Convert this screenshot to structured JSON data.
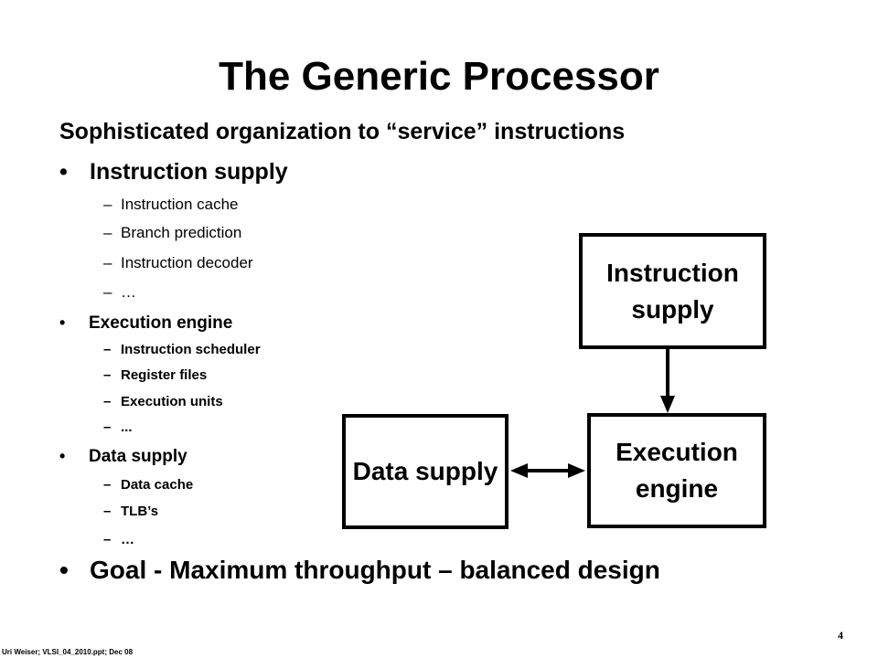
{
  "slide": {
    "title": "The Generic Processor",
    "subtitle": "Sophisticated organization to “service” instructions",
    "bullet_char": "•",
    "dash_char": "–",
    "bullets": [
      {
        "label": "Instruction supply",
        "items": [
          "Instruction cache",
          "Branch prediction",
          "Instruction decoder",
          "…"
        ]
      },
      {
        "label": "Execution engine",
        "items": [
          "Instruction scheduler",
          "Register files",
          "Execution units",
          "..."
        ]
      },
      {
        "label": "Data supply",
        "items": [
          "Data cache",
          "TLB’s",
          "…"
        ]
      }
    ],
    "goal": "Goal - Maximum throughput – balanced design"
  },
  "diagram": {
    "instruction_supply": "Instruction supply",
    "execution_engine": "Execution engine",
    "data_supply": "Data supply"
  },
  "footer": {
    "left": "Uri Weiser; VLSI_04_2010.ppt;     Dec 08",
    "page_number": "4"
  }
}
